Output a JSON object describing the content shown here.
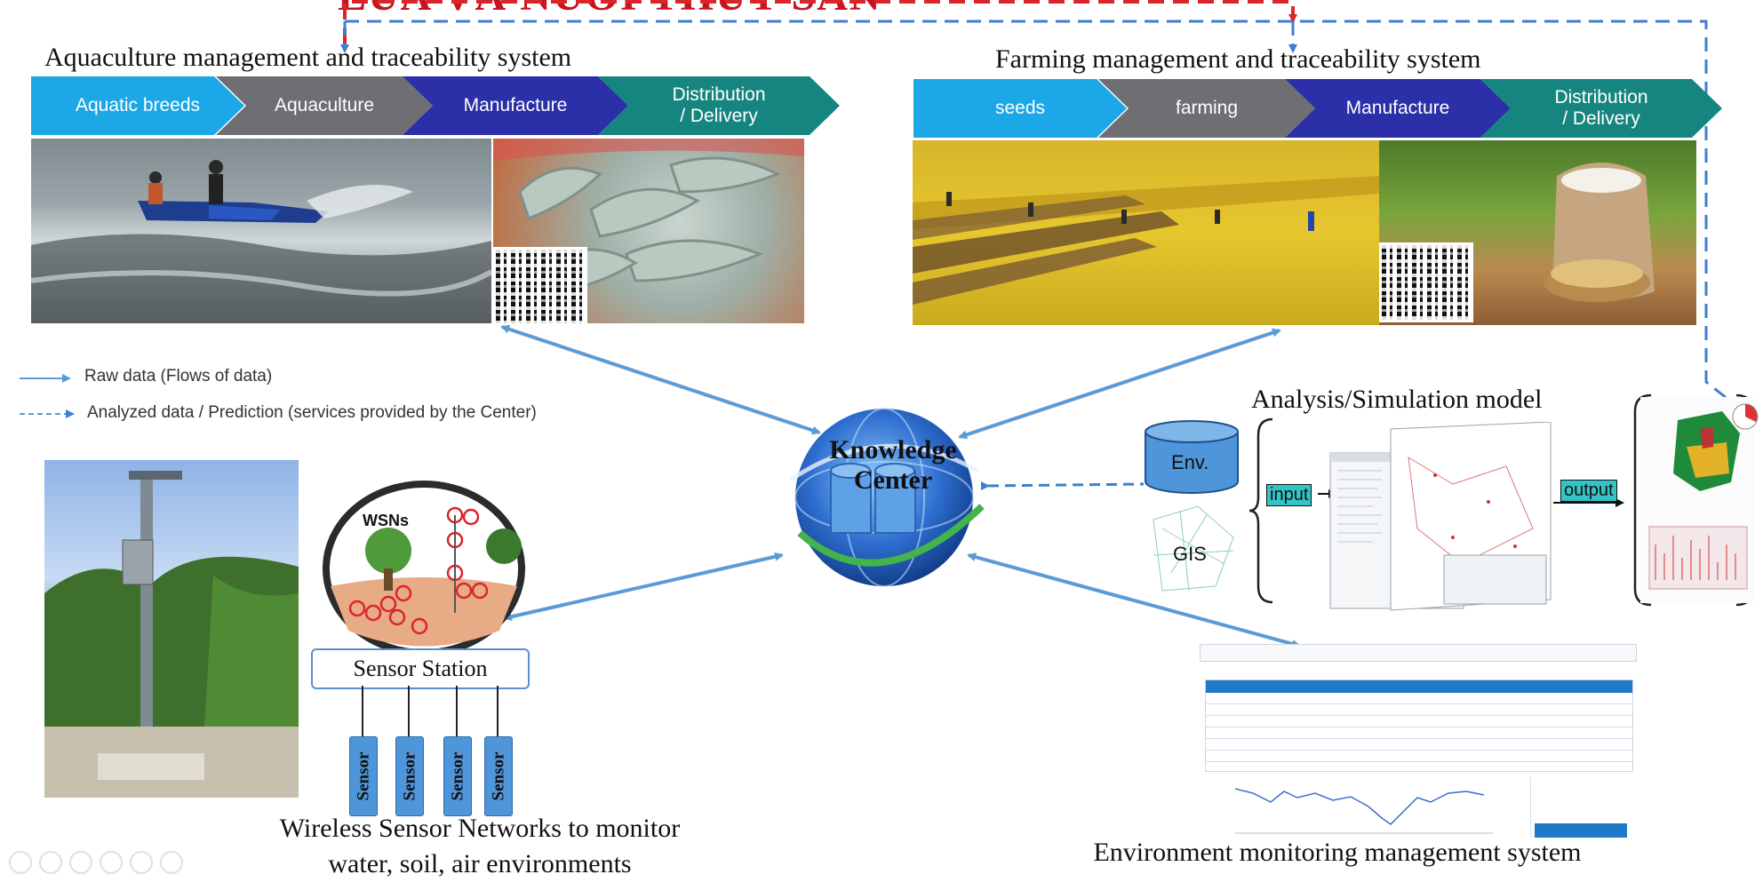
{
  "top_title": "LÚA VÀ NUÔI THỦY SẢN",
  "aquaculture": {
    "title": "Aquaculture management and traceability system",
    "steps": [
      "Aquatic breeds",
      "Aquaculture",
      "Manufacture",
      "Distribution\n/ Delivery"
    ]
  },
  "farming": {
    "title": "Farming management and traceability system",
    "steps": [
      "seeds",
      "farming",
      "Manufacture",
      "Distribution\n/ Delivery"
    ]
  },
  "legend": {
    "raw": "Raw data (Flows of data)",
    "analyzed": "Analyzed data / Prediction (services provided by the Center)"
  },
  "knowledge_center": {
    "line1": "Knowledge",
    "line2": "Center"
  },
  "analysis": {
    "title": "Analysis/Simulation model",
    "env_label": "Env.",
    "gis_label": "GIS",
    "input_label": "input",
    "output_label": "output"
  },
  "wsn": {
    "badge": "WSNs",
    "station": "Sensor Station",
    "sensor_label": "Sensor",
    "caption_line1": "Wireless Sensor Networks to monitor",
    "caption_line2": "water, soil, air environments"
  },
  "environment": {
    "caption": "Environment monitoring management system"
  },
  "colors": {
    "step1": "#1ca7e6",
    "step2": "#6e6e73",
    "step3": "#2b2fa8",
    "step4": "#17857f",
    "arrow": "#5b9bd5",
    "dashed": "#3f7fd0",
    "red_dashed": "#d9262b"
  }
}
